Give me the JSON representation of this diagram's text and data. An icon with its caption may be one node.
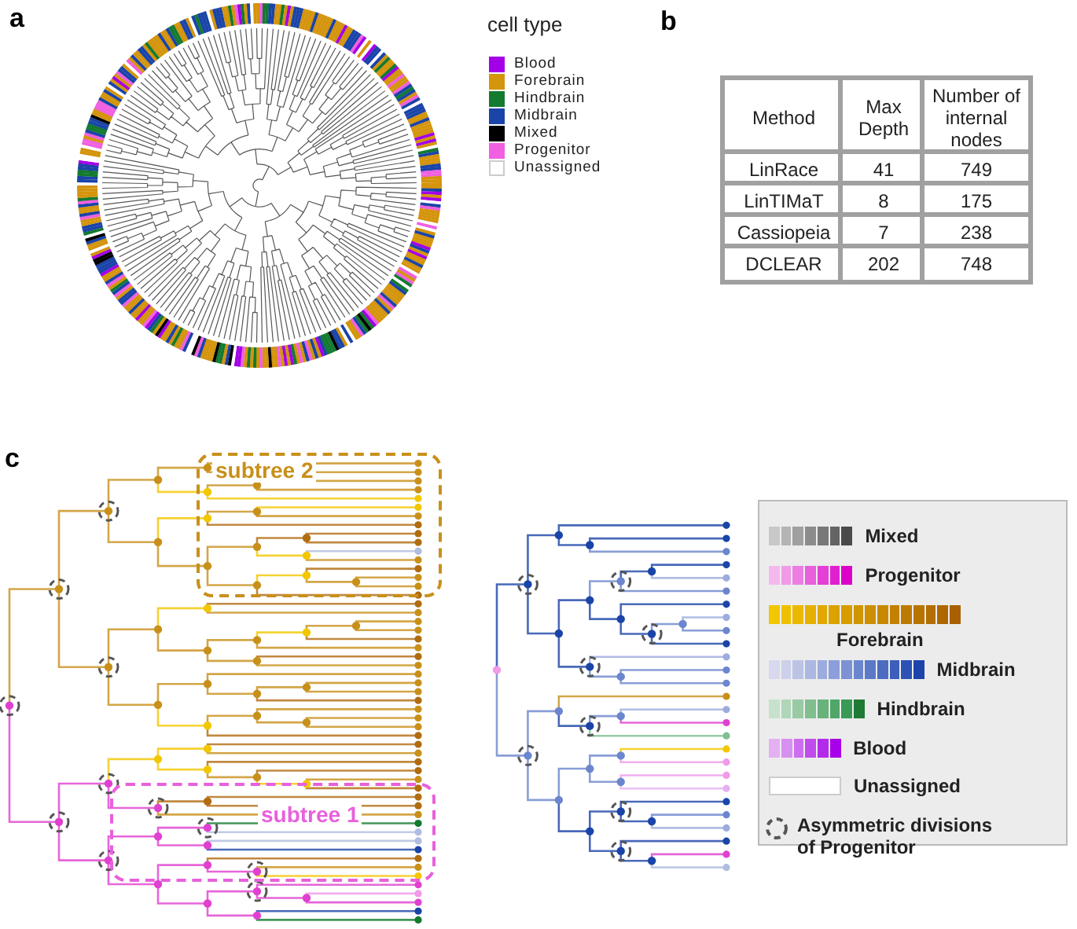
{
  "diagram": {
    "nodes": [
      {
        "text": [
          "subtree 2"
        ]
      },
      {
        "text": [
          "subtree 1"
        ]
      }
    ],
    "labels": [
      "a",
      "cell type",
      "b",
      "Method",
      "Max Depth",
      "Number of internal nodes",
      "LinRace",
      "41",
      "749",
      "LinTIMaT",
      "8",
      "175",
      "Cassiopeia",
      "7",
      "238",
      "DCLEAR",
      "202",
      "748",
      "c"
    ],
    "legend": [
      {
        "text": "Blood",
        "color": "#a300e8"
      },
      {
        "text": "Forebrain",
        "color": "#d4940c"
      },
      {
        "text": "Hindbrain",
        "color": "#137a30"
      },
      {
        "text": "Midbrain",
        "color": "#1a44a8"
      },
      {
        "text": "Mixed",
        "color": "#000000"
      },
      {
        "text": "Progenitor",
        "color": "#f060e0"
      },
      {
        "text": "Unassigned",
        "color": "#ffffff"
      },
      {
        "text": "Mixed"
      },
      {
        "text": "Progenitor"
      },
      {
        "text": "Forebrain"
      },
      {
        "text": "Midbrain"
      },
      {
        "text": "Hindbrain"
      },
      {
        "text": "Blood"
      },
      {
        "text": "Unassigned"
      },
      {
        "text": "Asymmetric divisions of Progenitor"
      }
    ]
  }
}
